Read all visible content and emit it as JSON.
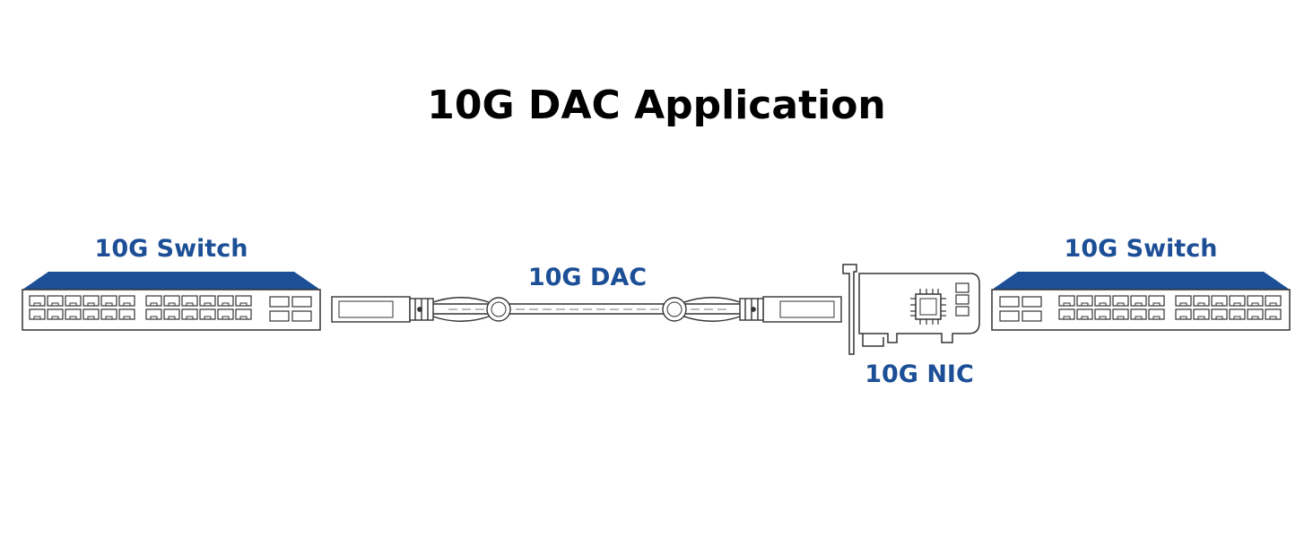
{
  "title": "10G DAC Application",
  "labels": {
    "switch_left": "10G Switch",
    "dac": "10G DAC",
    "nic": "10G NIC",
    "switch_right": "10G Switch"
  },
  "colors": {
    "accent": "#1c4f96",
    "stroke": "#333333",
    "background": "#ffffff"
  },
  "icons": [
    "switch-icon",
    "dac-cable-icon",
    "nic-card-icon",
    "switch-icon"
  ]
}
